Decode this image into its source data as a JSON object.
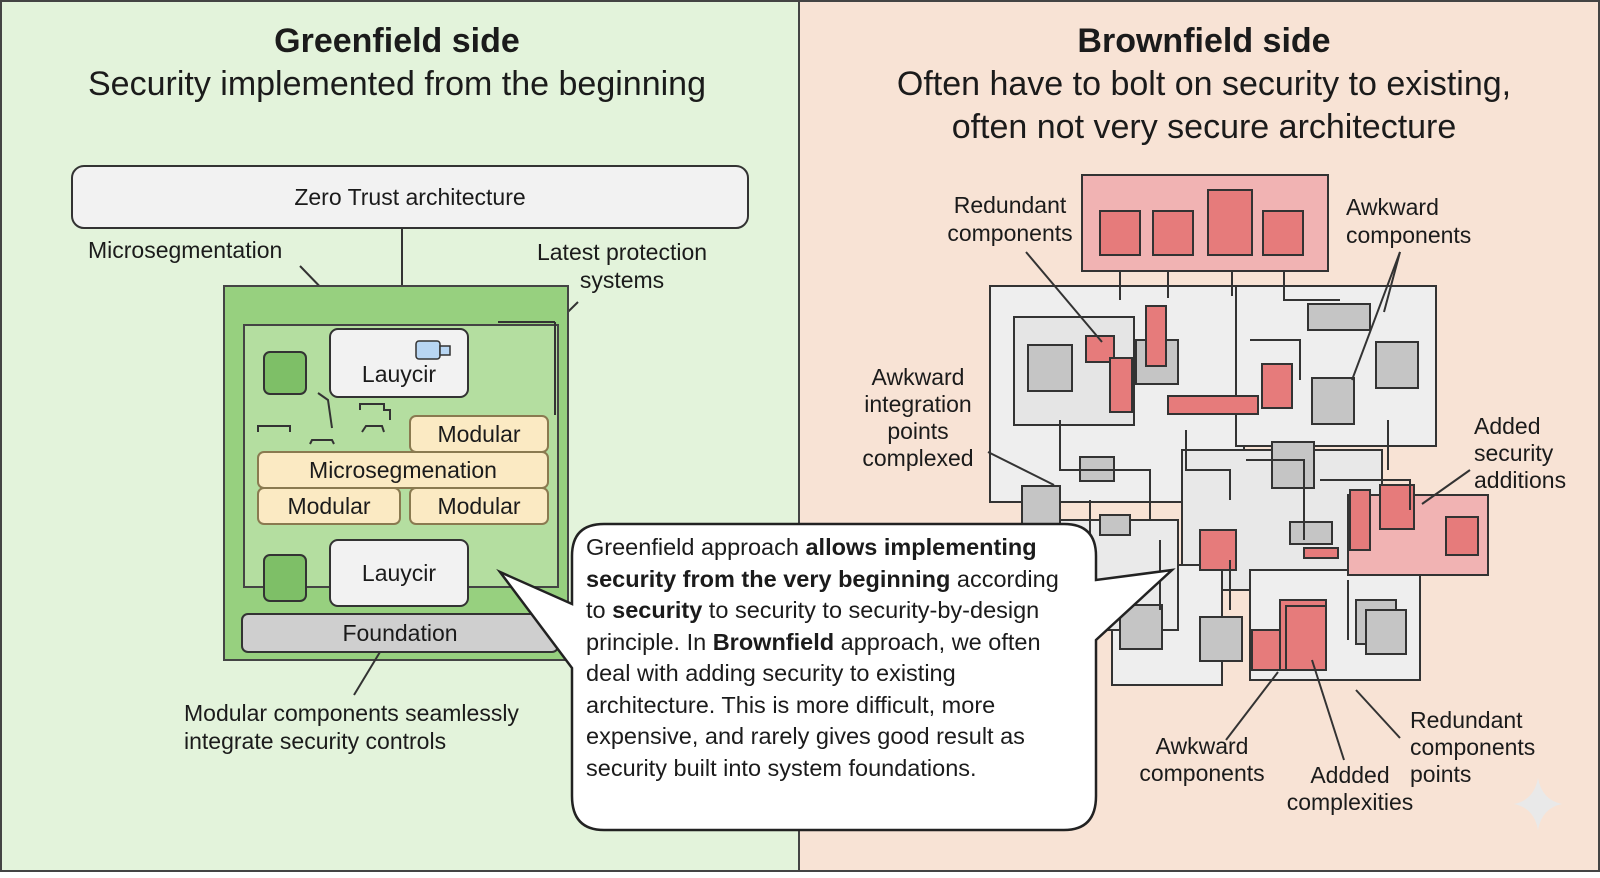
{
  "greenfield": {
    "title": "Greenfield side",
    "subtitle": "Security implemented from the beginning",
    "zero_trust": "Zero Trust architecture",
    "microsegmentation": "Microsegmentation",
    "latest_protection_1": "Latest protection",
    "latest_protection_2": "systems",
    "box_top": "Lauycir",
    "box_bottom": "Lauycir",
    "modular_top": "Modular",
    "microsegmenation_bar": "Microsegmenation",
    "modular_left": "Modular",
    "modular_right": "Modular",
    "foundation": "Foundation",
    "caption_1": "Modular components seamlessly",
    "caption_2": "integrate security controls"
  },
  "brownfield": {
    "title": "Brownfield side",
    "subtitle_1": "Often have to bolt on security to existing,",
    "subtitle_2": "often not very secure architecture",
    "redundant_components_1": "Redundant",
    "redundant_components_2": "components",
    "awkward_components_top_1": "Awkward",
    "awkward_components_top_2": "components",
    "awkward_integration_1": "Awkward",
    "awkward_integration_2": "integration",
    "awkward_integration_3": "points",
    "awkward_integration_4": "complexed",
    "added_security_1": "Added",
    "added_security_2": "security",
    "added_security_3": "additions",
    "awkward_components_bottom_1": "Awkward",
    "awkward_components_bottom_2": "components",
    "added_complexities_1": "Addded",
    "added_complexities_2": "complexities",
    "redundant_points_1": "Redundant",
    "redundant_points_2": "components",
    "redundant_points_3": "points"
  },
  "callout": {
    "s1": "Greenfield approach ",
    "s2": "allows implementing security from the very beginning",
    "s3": " according to ",
    "s4": "security",
    "s5": " to security to security-by-design principle. In ",
    "s6": "Brownfield",
    "s7": " approach, we often deal with adding security to existing architecture. This is more difficult, more expensive, and rarely gives good result as security built into system foundations."
  },
  "colors": {
    "green_panel": "#e3f3db",
    "peach_panel": "#f8e3d5",
    "green_block": "#97d07f",
    "module_fill": "#fbeac3",
    "red_block": "#e67b7b",
    "grey_block": "#c5c5c5",
    "outline": "#333333"
  }
}
